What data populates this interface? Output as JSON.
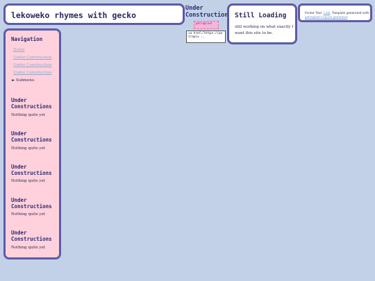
{
  "header": {
    "title": "lekoweko rhymes with gecko"
  },
  "under_construction": {
    "title_line1": "Under",
    "title_line2": "Construction",
    "badge_text": "petrapixel",
    "code_text": "<a href=\"https://petrapix..."
  },
  "loading": {
    "heading": "Still Loading",
    "text": "still working on what exactly I want this site to be."
  },
  "footer": {
    "prefix": "Footer Text. ",
    "link1": "Link",
    "middle": ". Template generated with ",
    "link2": "petrapixel's layout generator",
    "suffix": "."
  },
  "sidebar": {
    "nav_heading": "Navigation",
    "links": [
      "Home",
      "Under Construction",
      "Under Construction",
      "Under Construction"
    ],
    "submenu_label": "► Submenu",
    "sections": [
      {
        "heading": "Under Constructions",
        "text": "Nothing quite yet"
      },
      {
        "heading": "Under Constructions",
        "text": "Nothing quite yet"
      },
      {
        "heading": "Under Constructions",
        "text": "Nothing quite yet"
      },
      {
        "heading": "Under Constructions",
        "text": "Nothing quite yet"
      },
      {
        "heading": "Under Constructions",
        "text": "Nothing quite yet"
      }
    ]
  }
}
